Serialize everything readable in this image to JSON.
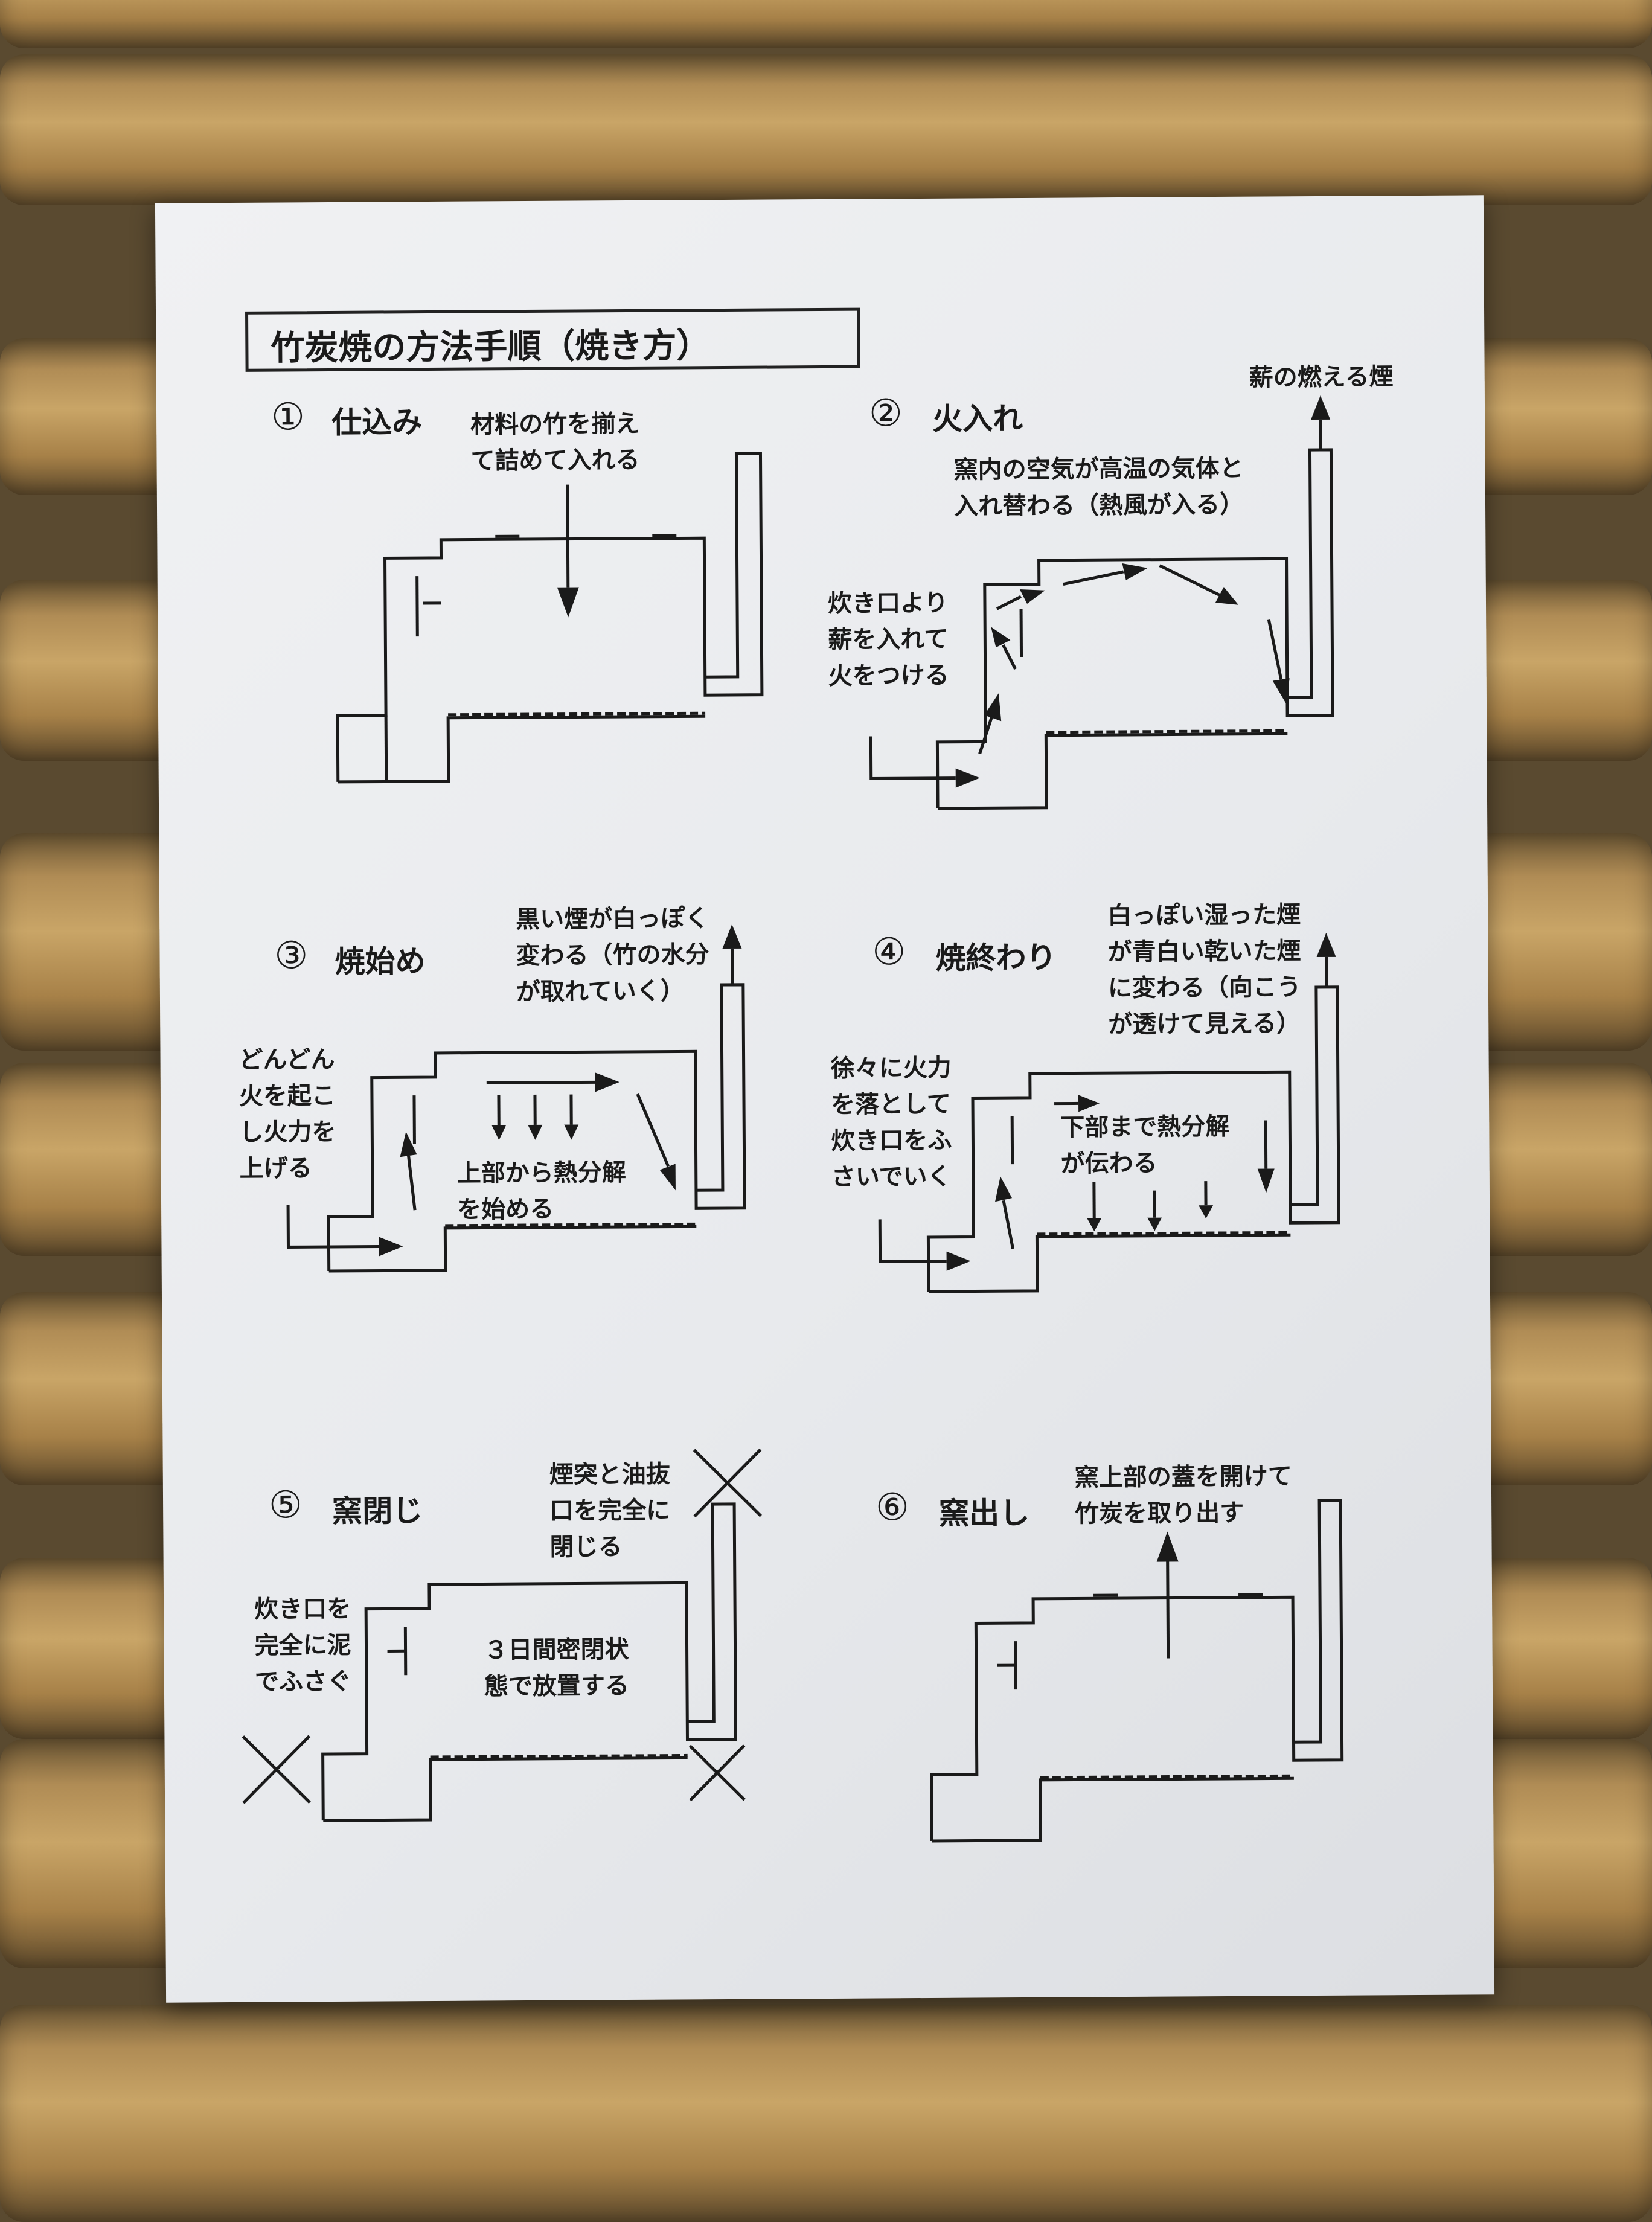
{
  "title": "竹炭焼の方法手順（焼き方）",
  "colors": {
    "paper": "#eceef0",
    "ink": "#1a1a1a",
    "bamboo": "#b89a5f"
  },
  "steps": [
    {
      "num": "①",
      "label": "仕込み",
      "notes": [
        "材料の竹を揃え\nて詰めて入れる"
      ]
    },
    {
      "num": "②",
      "label": "火入れ",
      "notes": [
        "薪の燃える煙",
        "窯内の空気が高温の気体と\n入れ替わる（熱風が入る）",
        "炊き口より\n薪を入れて\n火をつける"
      ]
    },
    {
      "num": "③",
      "label": "焼始め",
      "notes": [
        "黒い煙が白っぽく\n変わる（竹の水分\nが取れていく）",
        "どんどん\n火を起こ\nし火力を\n上げる",
        "上部から熱分解\nを始める"
      ]
    },
    {
      "num": "④",
      "label": "焼終わり",
      "notes": [
        "白っぽい湿った煙\nが青白い乾いた煙\nに変わる（向こう\nが透けて見える）",
        "徐々に火力\nを落として\n炊き口をふ\nさいでいく",
        "下部まで熱分解\nが伝わる"
      ]
    },
    {
      "num": "⑤",
      "label": "窯閉じ",
      "notes": [
        "煙突と油抜\n口を完全に\n閉じる",
        "炊き口を\n完全に泥\nでふさぐ",
        "３日間密閉状\n態で放置する"
      ]
    },
    {
      "num": "⑥",
      "label": "窯出し",
      "notes": [
        "窯上部の蓋を開けて\n竹炭を取り出す"
      ]
    }
  ]
}
